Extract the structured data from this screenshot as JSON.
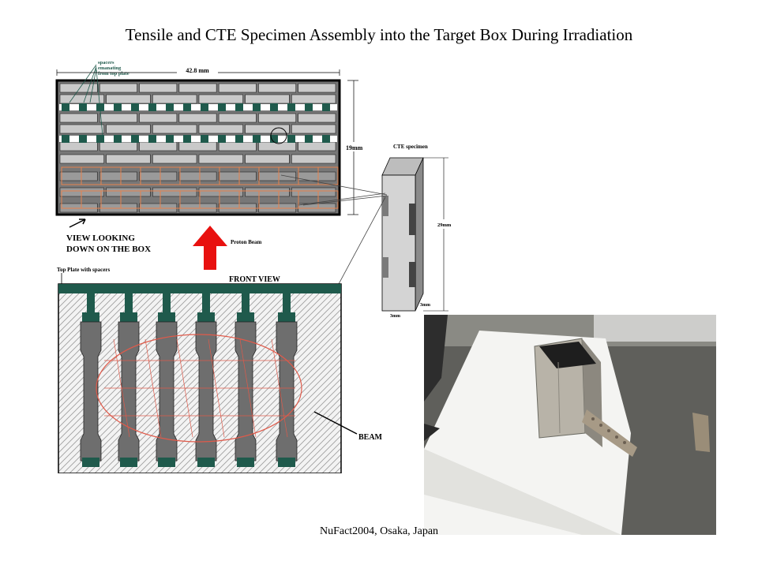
{
  "slide": {
    "title": "Tensile and CTE Specimen Assembly into the Target Box During Irradiation",
    "footer": "NuFact2004, Osaka, Japan"
  },
  "top_view": {
    "spacers_label": [
      "spacers",
      "emanating",
      "from top plate"
    ],
    "width_label": "42.8 mm",
    "height_label": "19mm",
    "view_label": [
      "VIEW LOOKING",
      "DOWN ON THE BOX"
    ]
  },
  "beam_arrow": {
    "label": "Proton Beam",
    "color": "#e8110f"
  },
  "cte_specimen": {
    "title": "CTE specimen",
    "length_label": "29mm",
    "width_label_1": "3mm",
    "width_label_2": "3mm"
  },
  "front_view": {
    "top_plate_label": "Top Plate with spacers",
    "title": "FRONT VIEW",
    "beam_label": "BEAM"
  },
  "colors": {
    "spacer": "#1f5a4c",
    "grid_outline": "#e5834f",
    "ellipse": "#e05a4a",
    "specimen_dark": "#6e6e6e"
  },
  "photo": {
    "subject": "target box on paper pad"
  }
}
